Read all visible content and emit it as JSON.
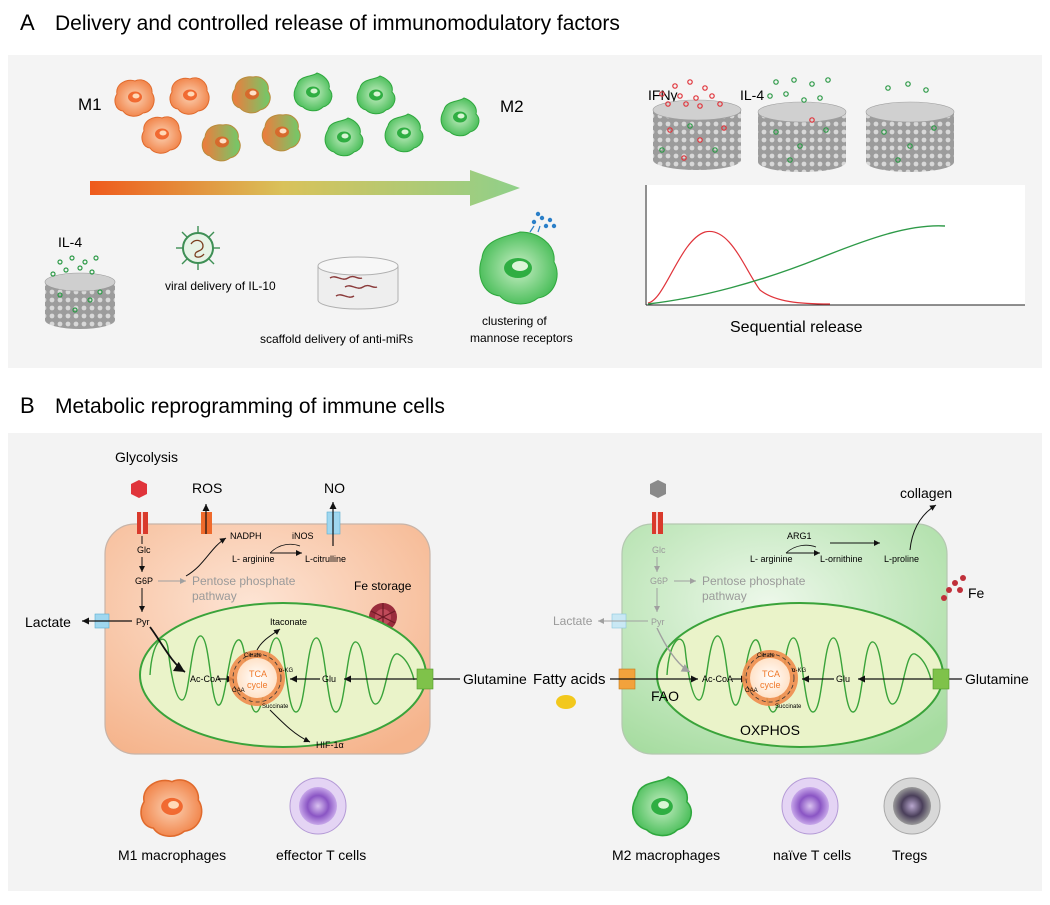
{
  "panelA": {
    "letter": "A",
    "title": "Delivery and controlled release of immunomodulatory factors",
    "m1": "M1",
    "m2": "M2",
    "il4_small": "IL-4",
    "viral": "viral delivery of IL-10",
    "scaffold": "scaffold delivery of anti-miRs",
    "cluster_line1": "clustering of",
    "cluster_line2": "mannose receptors",
    "ifng": "IFNγ",
    "il4": "IL-4",
    "sequential": "Sequential release"
  },
  "panelB": {
    "letter": "B",
    "title": "Metabolic reprogramming of immune cells",
    "left": {
      "glycolysis": "Glycolysis",
      "ros": "ROS",
      "no": "NO",
      "nadph": "NADPH",
      "inos": "iNOS",
      "larginine": "L- arginine",
      "lcitrulline": "L-citrulline",
      "glc": "Glc",
      "g6p": "G6P",
      "pentose1": "Pentose phosphate",
      "pentose2": "pathway",
      "fe_storage": "Fe storage",
      "pyr": "Pyr",
      "lactate": "Lactate",
      "itaconate": "Itaconate",
      "accoa": "Ac-CoA",
      "tca1": "TCA",
      "tca2": "cycle",
      "citrate": "Citrate",
      "akg": "α-KG",
      "oaa": "OAA",
      "succinate": "Succinate",
      "glu": "Glu",
      "glutamine": "Glutamine",
      "hif": "HIF-1α"
    },
    "right": {
      "collagen": "collagen",
      "arg1": "ARG1",
      "larginine": "L- arginine",
      "lornithine": "L-ornithine",
      "lproline": "L-proline",
      "glc": "Glc",
      "g6p": "G6P",
      "pentose1": "Pentose phosphate",
      "pentose2": "pathway",
      "fe": "Fe",
      "lactate": "Lactate",
      "pyr": "Pyr",
      "fatty": "Fatty acids",
      "fao": "FAO",
      "accoa": "Ac-CoA",
      "tca1": "TCA",
      "tca2": "cycle",
      "citrate": "Citrate",
      "akg": "α-KG",
      "oaa": "OAA",
      "succinate": "Succinate",
      "glu": "Glu",
      "glutamine": "Glutamine",
      "oxphos": "OXPHOS"
    },
    "legend": {
      "m1mac": "M1 macrophages",
      "effector": "effector T cells",
      "m2mac": "M2 macrophages",
      "naive": "naïve T cells",
      "tregs": "Tregs"
    }
  },
  "colors": {
    "m1": "#f28a4c",
    "m2": "#3fbf52",
    "ifng_release": "#e0343b",
    "il4_release": "#2e9a48",
    "panel_bg": "#f3f3f3"
  }
}
